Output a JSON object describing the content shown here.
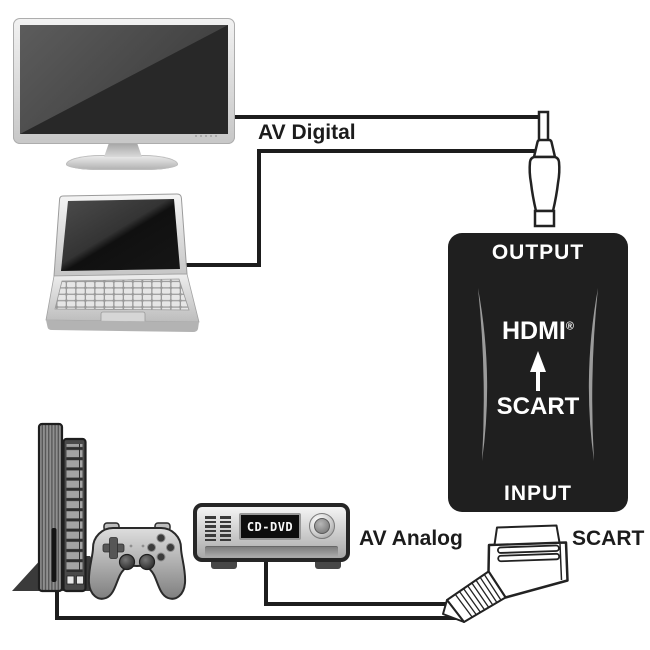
{
  "diagram": {
    "av_digital_label": "AV Digital",
    "av_analog_label": "AV Analog",
    "scart_connector_label": "SCART",
    "converter": {
      "output_label": "OUTPUT",
      "hdmi_label": "HDMI",
      "hdmi_reg_mark": "®",
      "scart_label": "SCART",
      "input_label": "INPUT"
    },
    "dvd_player": {
      "display_text": "CD-DVD"
    },
    "icons": [
      "tv-monitor-icon",
      "laptop-icon",
      "game-console-icon",
      "game-controller-icon",
      "dvd-player-icon",
      "hdmi-plug-icon",
      "scart-plug-icon",
      "converter-box"
    ],
    "colors": {
      "cable": "#1d1d1d",
      "converter_background": "#1f1f1f",
      "converter_text": "#ffffff",
      "label_text": "#1c1c1c",
      "converter_side_curves": "#9b9b9b"
    }
  }
}
